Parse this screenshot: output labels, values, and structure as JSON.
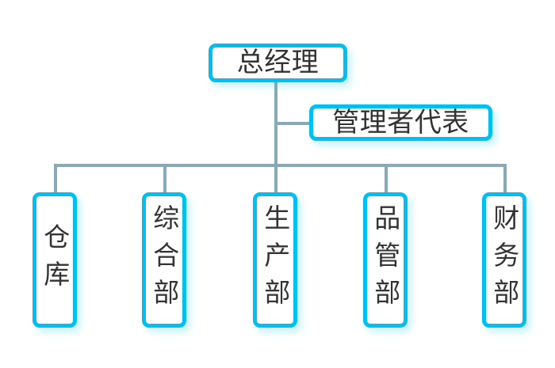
{
  "diagram": {
    "type": "organization-chart",
    "title": "",
    "colors": {
      "box_border": "#00BFF3",
      "box_fill": "#FFFFFF",
      "connector": "#85AAB8",
      "text": "#333333",
      "background": "#FFFFFF",
      "shadow": "#00C8F5"
    },
    "nodes": {
      "general_manager": {
        "label": "总经理"
      },
      "management_representative": {
        "label": "管理者代表"
      },
      "departments": [
        {
          "label": "仓库"
        },
        {
          "label": "综合部"
        },
        {
          "label": "生产部"
        },
        {
          "label": "品管部"
        },
        {
          "label": "财务部"
        }
      ]
    }
  }
}
